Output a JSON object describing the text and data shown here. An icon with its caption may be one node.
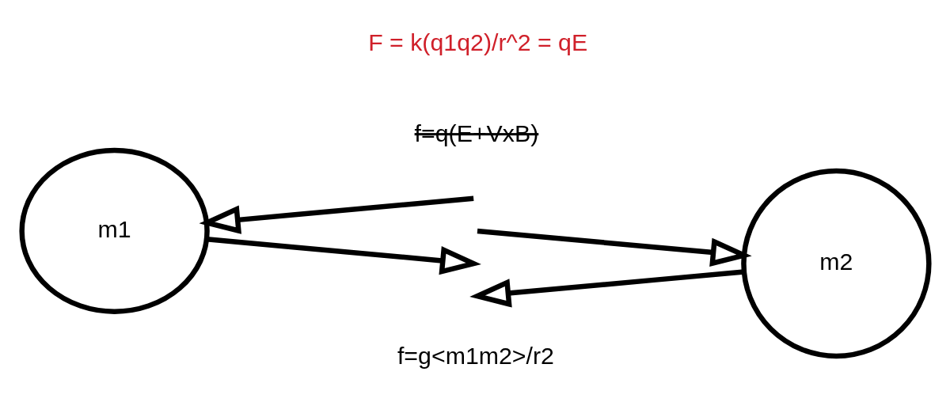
{
  "diagram": {
    "nodes": [
      {
        "text": [
          "m1"
        ]
      },
      {
        "text": [
          "m2"
        ]
      }
    ],
    "edges": [
      {
        "from": null,
        "to": 0,
        "arrow": "to"
      },
      {
        "from": null,
        "to": 1,
        "arrow": "to"
      },
      {
        "from": 0,
        "to": null,
        "arrow": "to"
      },
      {
        "from": 1,
        "to": null,
        "arrow": "to"
      }
    ],
    "labels": [
      "F = k(q1q2)/r^2 = qE",
      "f=q(E+VxB)",
      "f=g<m1m2>/r2"
    ]
  }
}
